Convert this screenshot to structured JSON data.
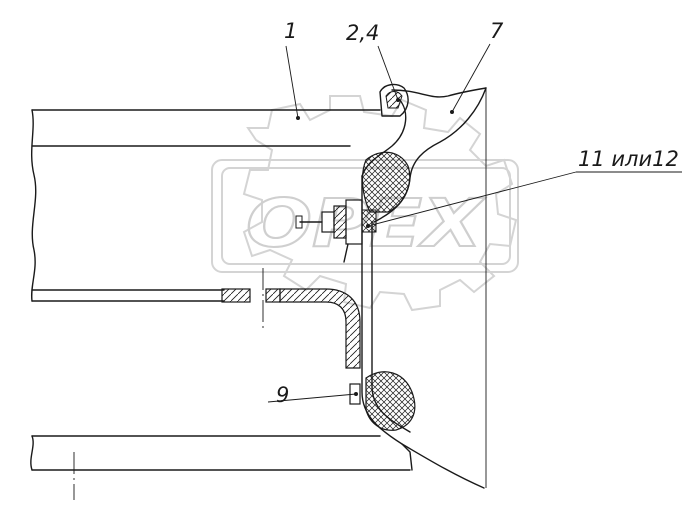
{
  "callouts": {
    "c1": "1",
    "c24": "2,4",
    "c7": "7",
    "c11_12": "11 или12",
    "c9": "9"
  },
  "watermark": {
    "text": "OPEX"
  },
  "colors": {
    "line": "#1a1a1a",
    "watermark": "#d4d4d4",
    "background": "#ffffff"
  }
}
